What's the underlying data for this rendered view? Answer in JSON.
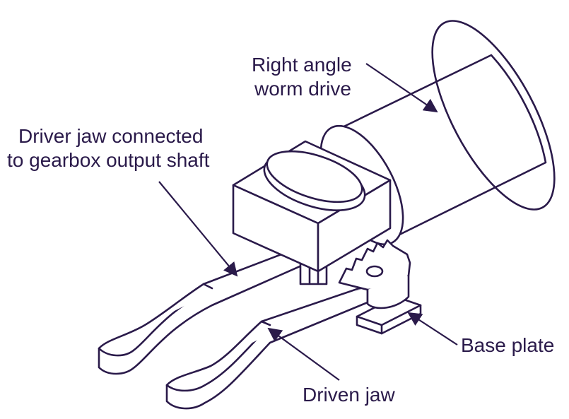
{
  "labels": {
    "worm_drive": [
      "Right angle",
      "worm drive"
    ],
    "driver_jaw": [
      "Driver jaw connected",
      "to gearbox output shaft"
    ],
    "base_plate": "Base plate",
    "driven_jaw": "Driven jaw"
  },
  "colors": {
    "stroke": "#2a1a4a",
    "fill": "#ffffff",
    "text": "#2a1a4a"
  }
}
